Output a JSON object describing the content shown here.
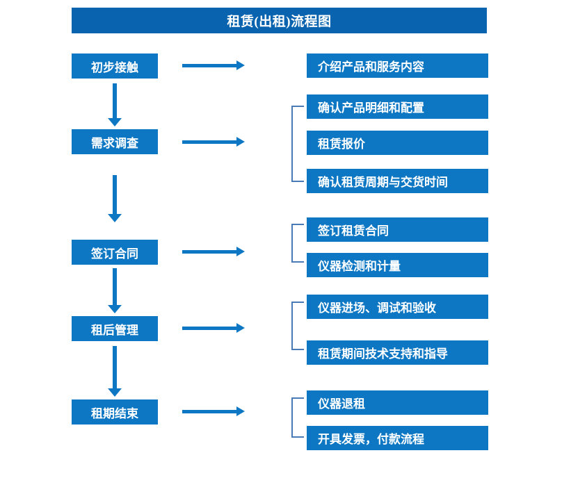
{
  "chart_data": {
    "type": "diagram",
    "title": "租赁(出租)流程图",
    "stages": [
      {
        "label": "初步接触",
        "details": [
          "介绍产品和服务内容"
        ]
      },
      {
        "label": "需求调查",
        "details": [
          "确认产品明细和配置",
          "租赁报价",
          "确认租赁周期与交货时间"
        ]
      },
      {
        "label": "签订合同",
        "details": [
          "签订租赁合同",
          "仪器检测和计量"
        ]
      },
      {
        "label": "租后管理",
        "details": [
          "仪器进场、调试和验收",
          "租赁期间技术支持和指导"
        ]
      },
      {
        "label": "租期结束",
        "details": [
          "仪器退租",
          "开具发票，付款流程"
        ]
      }
    ]
  },
  "header": {
    "title": "租赁(出租)流程图"
  },
  "stages": [
    {
      "label": "初步接触"
    },
    {
      "label": "需求调查"
    },
    {
      "label": "签订合同"
    },
    {
      "label": "租后管理"
    },
    {
      "label": "租期结束"
    }
  ],
  "details": [
    {
      "label": "介绍产品和服务内容"
    },
    {
      "label": "确认产品明细和配置"
    },
    {
      "label": "租赁报价"
    },
    {
      "label": "确认租赁周期与交货时间"
    },
    {
      "label": "签订租赁合同"
    },
    {
      "label": "仪器检测和计量"
    },
    {
      "label": "仪器进场、调试和验收"
    },
    {
      "label": "租赁期间技术支持和指导"
    },
    {
      "label": "仪器退租"
    },
    {
      "label": "开具发票，付款流程"
    }
  ],
  "colors": {
    "node_blue": "#0d77c4",
    "title_blue": "#0a63ae",
    "bracket_blue": "#4a7ab5",
    "node_text": "#ffffff",
    "background": "#ffffff"
  }
}
